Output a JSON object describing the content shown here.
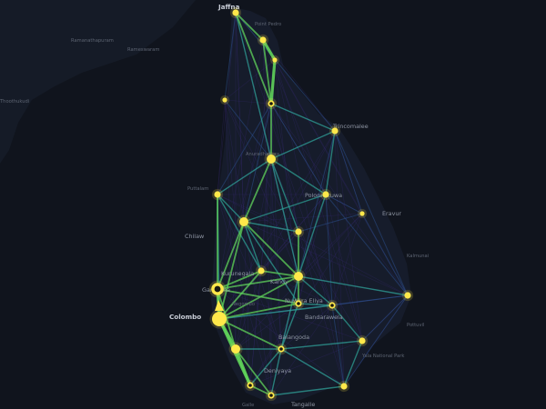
{
  "map": {
    "labels": [
      {
        "id": "jaffna",
        "text": "Jaffna",
        "tier": "major"
      },
      {
        "id": "point-pedro",
        "text": "Point Pedro",
        "tier": "minor"
      },
      {
        "id": "ramanathapuram",
        "text": "Ramanathapuram",
        "tier": "minor"
      },
      {
        "id": "rameswaram",
        "text": "Rameswaram",
        "tier": "minor"
      },
      {
        "id": "thoothukudi",
        "text": "Thoothukudi",
        "tier": "minor"
      },
      {
        "id": "trincomalee",
        "text": "Trincomalee",
        "tier": "mid"
      },
      {
        "id": "anuradhapura",
        "text": "Anuradhapura",
        "tier": "minor"
      },
      {
        "id": "puttalam",
        "text": "Puttalam",
        "tier": "minor"
      },
      {
        "id": "polonnaruwa",
        "text": "Polonnaruwa",
        "tier": "mid"
      },
      {
        "id": "eravur",
        "text": "Eravur",
        "tier": "mid"
      },
      {
        "id": "chilaw",
        "text": "Chilaw",
        "tier": "mid"
      },
      {
        "id": "kalmunai",
        "text": "Kalmunai",
        "tier": "minor"
      },
      {
        "id": "kurunegala",
        "text": "Kurunegala",
        "tier": "mid"
      },
      {
        "id": "kandy",
        "text": "Kandy",
        "tier": "mid"
      },
      {
        "id": "gampaha",
        "text": "Gampaha",
        "tier": "mid"
      },
      {
        "id": "negombo",
        "text": "Negombo",
        "tier": "minor"
      },
      {
        "id": "nuwara-eliya",
        "text": "Nuwara Eliya",
        "tier": "mid"
      },
      {
        "id": "colombo",
        "text": "Colombo",
        "tier": "major"
      },
      {
        "id": "bandarawela",
        "text": "Bandarawela",
        "tier": "mid"
      },
      {
        "id": "pottuvil",
        "text": "Pottuvil",
        "tier": "minor"
      },
      {
        "id": "balangoda",
        "text": "Balangoda",
        "tier": "mid"
      },
      {
        "id": "yala",
        "text": "Yala National Park",
        "tier": "minor"
      },
      {
        "id": "deniyaya",
        "text": "Deniyaya",
        "tier": "mid"
      },
      {
        "id": "tangalle",
        "text": "Tangalle",
        "tier": "mid"
      },
      {
        "id": "galle",
        "text": "Galle",
        "tier": "minor"
      }
    ],
    "nodes": [
      {
        "id": "n-jaffna",
        "size": "small",
        "ring": false
      },
      {
        "id": "n-point-pedro",
        "size": "small",
        "ring": false
      },
      {
        "id": "n-kilinochchi",
        "size": "tiny",
        "ring": false
      },
      {
        "id": "n-mannar",
        "size": "tiny",
        "ring": false
      },
      {
        "id": "n-vavuniya",
        "size": "small",
        "ring": true
      },
      {
        "id": "n-trincomalee",
        "size": "small",
        "ring": false
      },
      {
        "id": "n-anuradhapura",
        "size": "medium",
        "ring": false
      },
      {
        "id": "n-puttalam",
        "size": "small",
        "ring": false
      },
      {
        "id": "n-polonnaruwa",
        "size": "small",
        "ring": false
      },
      {
        "id": "n-batticaloa",
        "size": "tiny",
        "ring": false
      },
      {
        "id": "n-kurunegala",
        "size": "medium",
        "ring": false
      },
      {
        "id": "n-matale",
        "size": "small",
        "ring": false
      },
      {
        "id": "n-gampaha-north",
        "size": "small",
        "ring": false
      },
      {
        "id": "n-kandy",
        "size": "medium",
        "ring": false
      },
      {
        "id": "n-negombo",
        "size": "large",
        "ring": true
      },
      {
        "id": "n-nuwara-eliya",
        "size": "small",
        "ring": true
      },
      {
        "id": "n-badulla",
        "size": "small",
        "ring": true
      },
      {
        "id": "n-ampara",
        "size": "small",
        "ring": false
      },
      {
        "id": "n-colombo",
        "size": "xlarge",
        "ring": false
      },
      {
        "id": "n-kalutara",
        "size": "medium",
        "ring": false
      },
      {
        "id": "n-ratnapura",
        "size": "small",
        "ring": true
      },
      {
        "id": "n-monaragala",
        "size": "small",
        "ring": false
      },
      {
        "id": "n-galle",
        "size": "small",
        "ring": true
      },
      {
        "id": "n-matara",
        "size": "small",
        "ring": true
      },
      {
        "id": "n-hambantota",
        "size": "small",
        "ring": false
      }
    ],
    "colors": {
      "background": "#10141d",
      "land": "#1a2133",
      "label_major": "#c9ced8",
      "label_mid": "#8e95a3",
      "label_minor": "#5d6472",
      "node": "#ffe84a",
      "edge_strong": "#5fd35a",
      "edge_mid": "#2fa79a",
      "edge_weak": "#2c4f8a",
      "edge_faint": "#3a2c78"
    }
  }
}
